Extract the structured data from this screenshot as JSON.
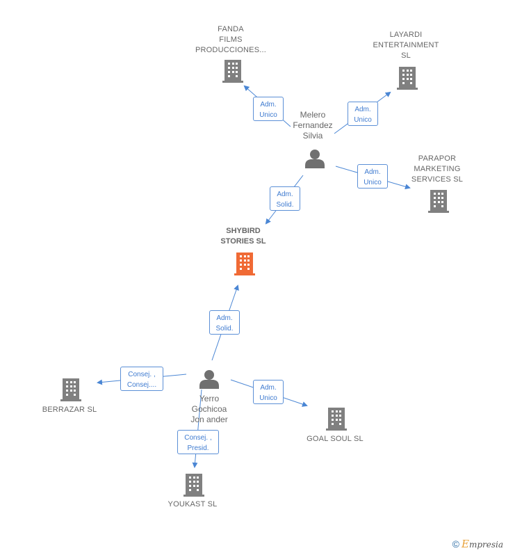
{
  "nodes": {
    "fanda": {
      "label": "FANDA\nFILMS\nPRODUCCIONES..."
    },
    "layardi": {
      "label": "LAYARDI\nENTERTAINMENT\nSL"
    },
    "melero": {
      "label": "Melero\nFernandez\nSilvia"
    },
    "parapor": {
      "label": "PARAPOR\nMARKETING\nSERVICES  SL"
    },
    "shybird": {
      "label": "SHYBIRD\nSTORIES  SL"
    },
    "yerro": {
      "label": "Yerro\nGochicoa\nJon  ander"
    },
    "berrazar": {
      "label": "BERRAZAR SL"
    },
    "goalsoul": {
      "label": "GOAL SOUL SL"
    },
    "youkast": {
      "label": "YOUKAST  SL"
    }
  },
  "relations": {
    "melero_fanda": "Adm.\nUnico",
    "melero_layardi": "Adm.\nUnico",
    "melero_parapor": "Adm.\nUnico",
    "melero_shybird": "Adm.\nSolid.",
    "yerro_shybird": "Adm.\nSolid.",
    "yerro_berrazar": "Consej. ,\nConsej....",
    "yerro_goalsoul": "Adm.\nUnico",
    "yerro_youkast": "Consej. ,\nPresid."
  },
  "colors": {
    "company": "#808080",
    "focus": "#f06a35",
    "person": "#707070",
    "edge": "#4a86d4"
  },
  "brand": {
    "copyright": "©",
    "first": "E",
    "rest": "mpresia"
  }
}
